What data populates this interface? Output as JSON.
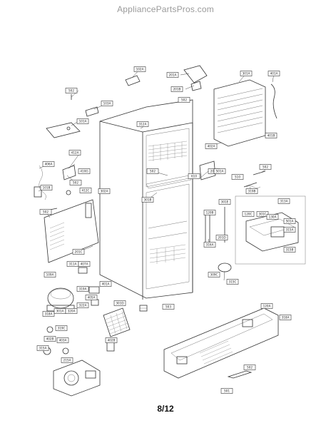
{
  "header": {
    "site": "AppliancePartsPros.com"
  },
  "footer": {
    "page": "8/12"
  },
  "diagram": {
    "callouts": [
      "102A",
      "201A",
      "301A",
      "401A",
      "502",
      "103A",
      "201B",
      "502",
      "101A",
      "401B",
      "402A",
      "406A",
      "412A",
      "410G",
      "502",
      "412C",
      "312A",
      "201E",
      "101B",
      "502",
      "510",
      "501A",
      "502",
      "610",
      "502",
      "302A",
      "301B",
      "319B",
      "301E",
      "313A",
      "120B",
      "120C",
      "301C",
      "130A",
      "501A",
      "201D",
      "316A",
      "315A",
      "315B",
      "201C",
      "309C",
      "315C",
      "311A",
      "407A",
      "109A",
      "319A",
      "401A",
      "405A",
      "322A",
      "318A",
      "301A",
      "320A",
      "301D",
      "319C",
      "402B",
      "403A",
      "315A",
      "215A",
      "402B",
      "503",
      "120A",
      "318A",
      "502",
      "501"
    ]
  }
}
